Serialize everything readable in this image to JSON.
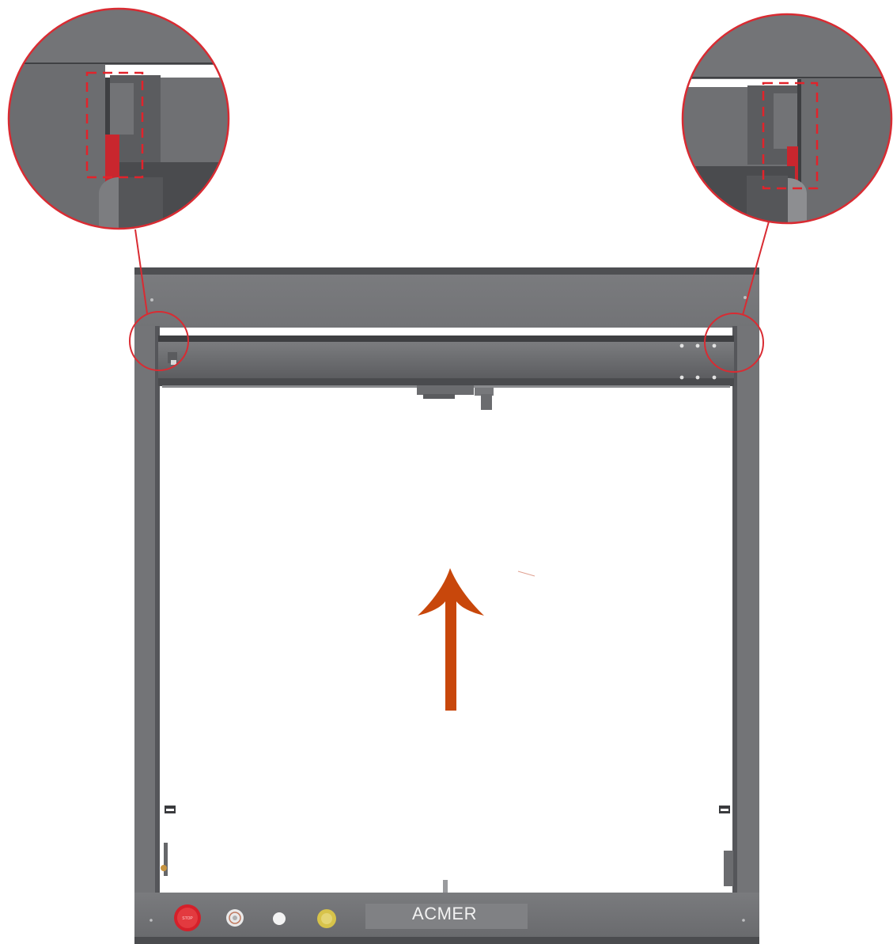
{
  "machine": {
    "brand": "ACMER",
    "estop_label": "STOP"
  },
  "annotations": {
    "direction": "up",
    "callouts": [
      "left-rear-corner-detail",
      "right-rear-corner-detail"
    ]
  },
  "colors": {
    "frame": "#6f7073",
    "frame_dark": "#515255",
    "arrow": "#c8470b",
    "callout": "#d92b32",
    "highlight": "#c9262e",
    "estop": "#d4202a"
  }
}
